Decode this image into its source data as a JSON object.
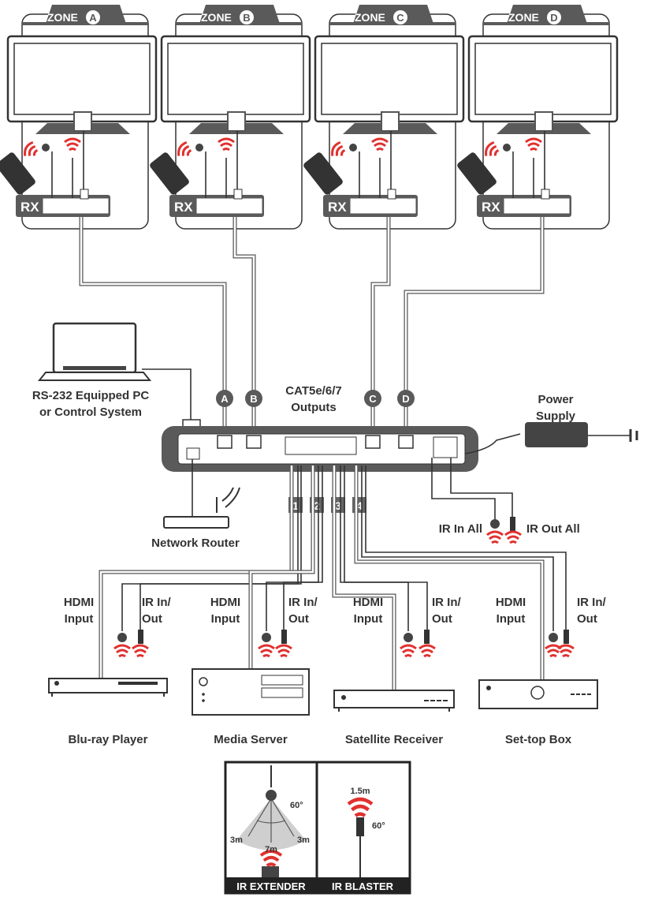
{
  "zones": [
    {
      "id": "A",
      "label": "ZONE",
      "letter": "A",
      "rx": "RX"
    },
    {
      "id": "B",
      "label": "ZONE",
      "letter": "B",
      "rx": "RX"
    },
    {
      "id": "C",
      "label": "ZONE",
      "letter": "C",
      "rx": "RX"
    },
    {
      "id": "D",
      "label": "ZONE",
      "letter": "D",
      "rx": "RX"
    }
  ],
  "outputs": {
    "letters": [
      "A",
      "B",
      "C",
      "D"
    ],
    "title_line1": "CAT5e/6/7",
    "title_line2": "Outputs"
  },
  "pc": {
    "line1": "RS-232 Equipped PC",
    "line2": "or Control System"
  },
  "power": {
    "line1": "Power",
    "line2": "Supply"
  },
  "router": {
    "label": "Network Router"
  },
  "inputs": {
    "numbers": [
      "1",
      "2",
      "3",
      "4"
    ]
  },
  "ir_all": {
    "in": "IR In All",
    "out": "IR Out All"
  },
  "sources": [
    {
      "hdmi1": "HDMI",
      "hdmi2": "Input",
      "ir1": "IR In/",
      "ir2": "Out",
      "name": "Blu-ray Player"
    },
    {
      "hdmi1": "HDMI",
      "hdmi2": "Input",
      "ir1": "IR In/",
      "ir2": "Out",
      "name": "Media Server"
    },
    {
      "hdmi1": "HDMI",
      "hdmi2": "Input",
      "ir1": "IR In/",
      "ir2": "Out",
      "name": "Satellite Receiver"
    },
    {
      "hdmi1": "HDMI",
      "hdmi2": "Input",
      "ir1": "IR In/",
      "ir2": "Out",
      "name": "Set-top Box"
    }
  ],
  "legend": {
    "extender": {
      "title": "IR EXTENDER",
      "angle": "60°",
      "left": "3m",
      "right": "3m",
      "front": "7m"
    },
    "blaster": {
      "title": "IR BLASTER",
      "range": "1.5m",
      "angle": "60°"
    }
  },
  "colors": {
    "accent": "#5a5a5a",
    "ir_red": "#e0312f",
    "border": "#222222"
  }
}
